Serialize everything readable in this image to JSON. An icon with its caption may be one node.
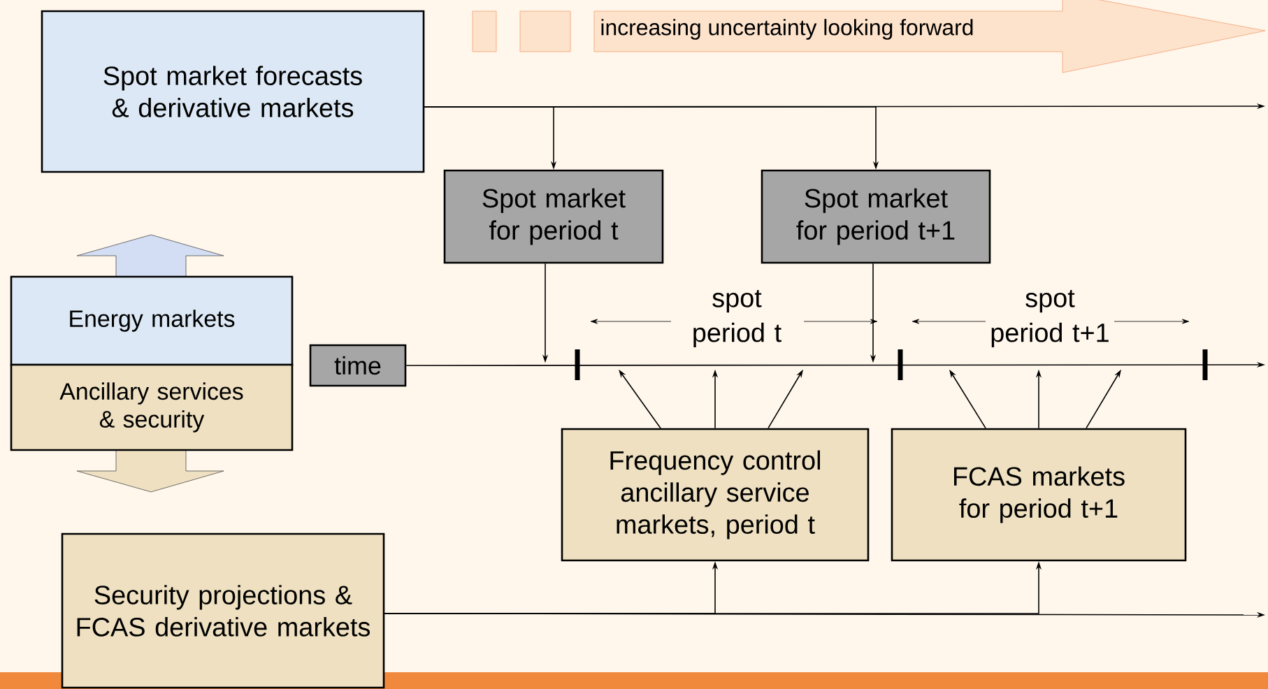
{
  "diagram": {
    "nodes": [
      {
        "text": [
          "Spot market forecasts & derivative markets"
        ]
      },
      {
        "text": [
          "Spot market for period t"
        ]
      },
      {
        "text": [
          "Spot market for period t+1"
        ]
      },
      {
        "text": [
          "Energy markets"
        ]
      },
      {
        "text": [
          "Ancillary services & security"
        ]
      },
      {
        "text": [
          "time"
        ]
      },
      {
        "text": [
          "Frequency control ancillary service markets, period t"
        ]
      },
      {
        "text": [
          "FCAS markets for period t+1"
        ]
      },
      {
        "text": [
          "Security projections & FCAS derivative markets"
        ]
      },
      {
        "text": [
          "increasing uncertainty looking forward"
        ]
      }
    ],
    "edges": [
      {
        "from": 0,
        "to": null,
        "arrow": "to"
      },
      {
        "from": 0,
        "to": 1,
        "arrow": "to"
      },
      {
        "from": 0,
        "to": 2,
        "arrow": "to"
      },
      {
        "from": 1,
        "to": null,
        "arrow": "to"
      },
      {
        "from": 2,
        "to": null,
        "arrow": "to"
      },
      {
        "from": 5,
        "to": null,
        "arrow": "to"
      },
      {
        "from": 6,
        "to": null,
        "arrow": "to"
      },
      {
        "from": 6,
        "to": null,
        "arrow": "to"
      },
      {
        "from": 6,
        "to": null,
        "arrow": "to"
      },
      {
        "from": 7,
        "to": null,
        "arrow": "to"
      },
      {
        "from": 7,
        "to": null,
        "arrow": "to"
      },
      {
        "from": 7,
        "to": null,
        "arrow": "to"
      },
      {
        "from": 8,
        "to": null,
        "arrow": "to"
      },
      {
        "from": 8,
        "to": 6,
        "arrow": "to"
      },
      {
        "from": 8,
        "to": 7,
        "arrow": "to"
      }
    ],
    "labels": [
      "spot period t",
      "spot period t+1"
    ]
  }
}
